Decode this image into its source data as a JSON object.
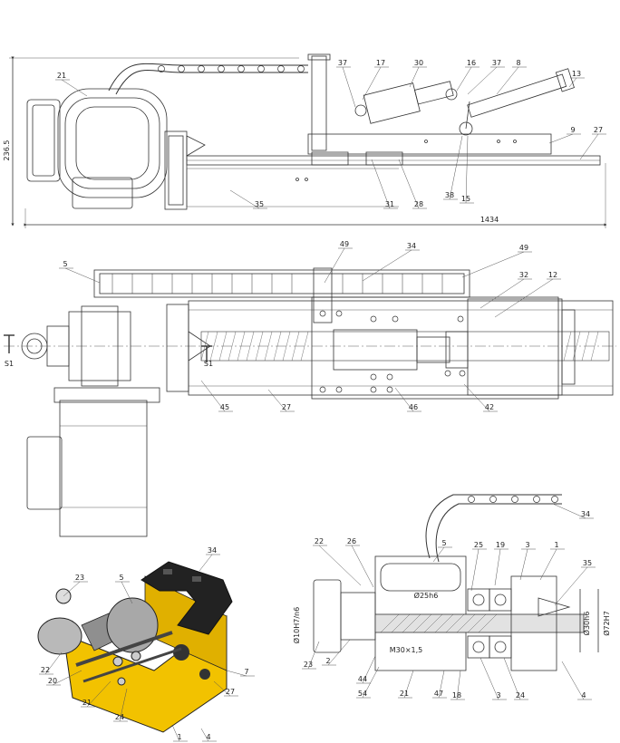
{
  "side_view": {
    "height_dim": "236.5",
    "length_dim": "1434",
    "callouts": [
      "21",
      "17",
      "37",
      "30",
      "16",
      "37",
      "8",
      "13",
      "9",
      "27",
      "35",
      "31",
      "28",
      "38",
      "15"
    ]
  },
  "top_view": {
    "callouts": [
      "5",
      "49",
      "34",
      "49",
      "32",
      "12",
      "45",
      "27",
      "46",
      "42"
    ],
    "section_marks": [
      "S1",
      "S1"
    ]
  },
  "section_view": {
    "title": "S1-S1 ( 1 : 1,5 )",
    "callouts": [
      "34",
      "22",
      "26",
      "5",
      "25",
      "19",
      "3",
      "1",
      "35",
      "23",
      "2",
      "44",
      "54",
      "21",
      "47",
      "18",
      "3",
      "24",
      "4"
    ],
    "dims": [
      "Ø25h6",
      "Ø10H7/n6",
      "M30×1,5",
      "Ø30h6",
      "Ø72H7"
    ]
  },
  "iso_view": {
    "callouts": [
      "23",
      "5",
      "34",
      "22",
      "20",
      "21",
      "24",
      "7",
      "27",
      "1",
      "4"
    ]
  },
  "colors": {
    "line": "#333333",
    "yellow": "#f2c200",
    "grey": "#9a9a9a",
    "dark": "#222222"
  }
}
